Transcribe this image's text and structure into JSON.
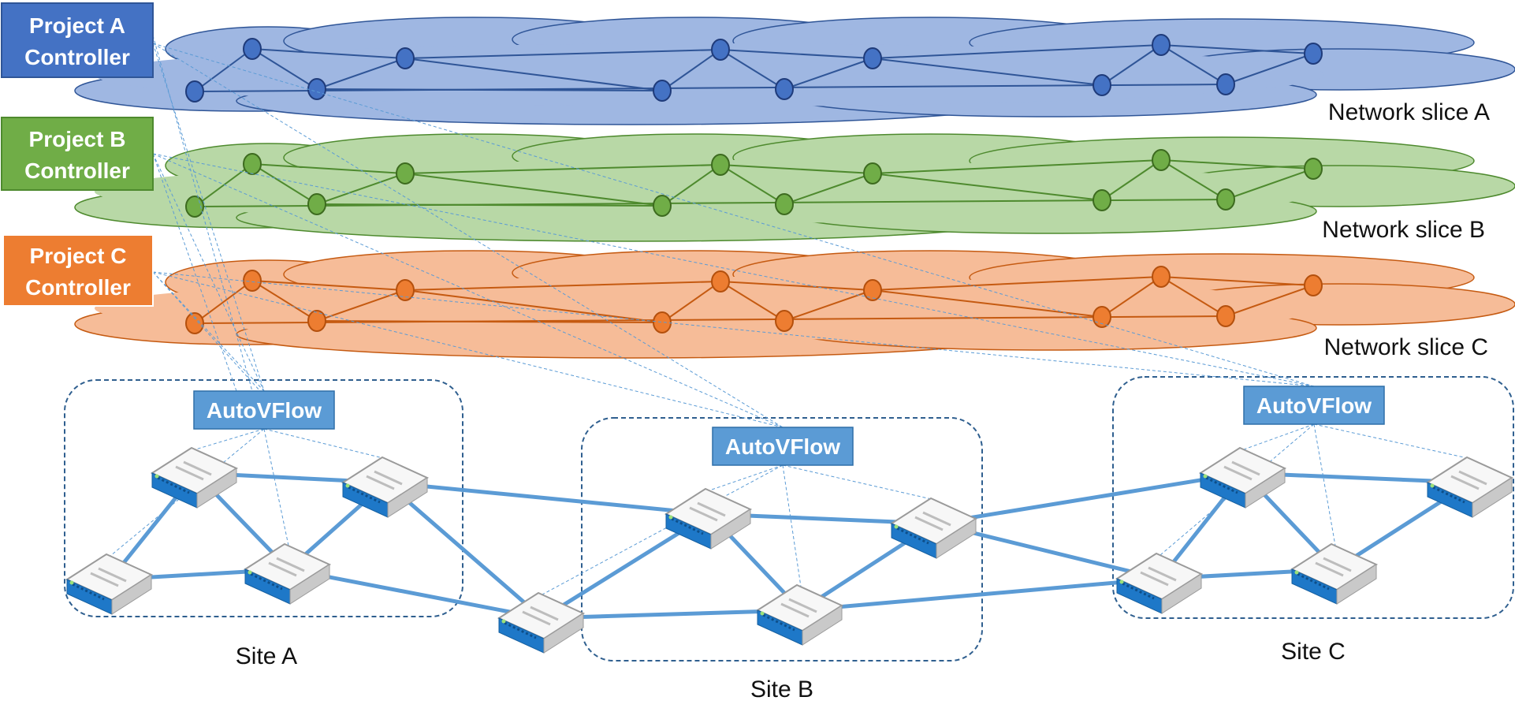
{
  "colors": {
    "slice_a_fill": "#9fb7e2",
    "slice_a_stroke": "#2f5597",
    "slice_a_node": "#4472c4",
    "slice_a_node_stroke": "#1f3b7a",
    "slice_b_fill": "#b8d8a6",
    "slice_b_stroke": "#4e8a2e",
    "slice_b_node": "#70ad47",
    "slice_b_node_stroke": "#3d6b1f",
    "slice_c_fill": "#f6bc98",
    "slice_c_stroke": "#c55a11",
    "slice_c_node": "#ed7d31",
    "slice_c_node_stroke": "#b4500d",
    "controller_a": "#4472c4",
    "controller_b": "#70ad47",
    "controller_c": "#ed7d31",
    "autovflow": "#5b9bd5",
    "physical_link": "#5b9bd5",
    "control_link": "#5b9bd5",
    "site_border": "#2f5f8f"
  },
  "controllers": [
    {
      "line1": "Project A",
      "line2": "Controller"
    },
    {
      "line1": "Project B",
      "line2": "Controller"
    },
    {
      "line1": "Project C",
      "line2": "Controller"
    }
  ],
  "slices": [
    {
      "label": "Network slice A"
    },
    {
      "label": "Network slice B"
    },
    {
      "label": "Network slice C"
    }
  ],
  "sites": [
    {
      "label": "Site A",
      "proxy": "AutoVFlow"
    },
    {
      "label": "Site B",
      "proxy": "AutoVFlow"
    },
    {
      "label": "Site C",
      "proxy": "AutoVFlow"
    }
  ],
  "icons": {
    "switch": "network-switch-icon",
    "virtual_node": "virtual-node-icon"
  }
}
